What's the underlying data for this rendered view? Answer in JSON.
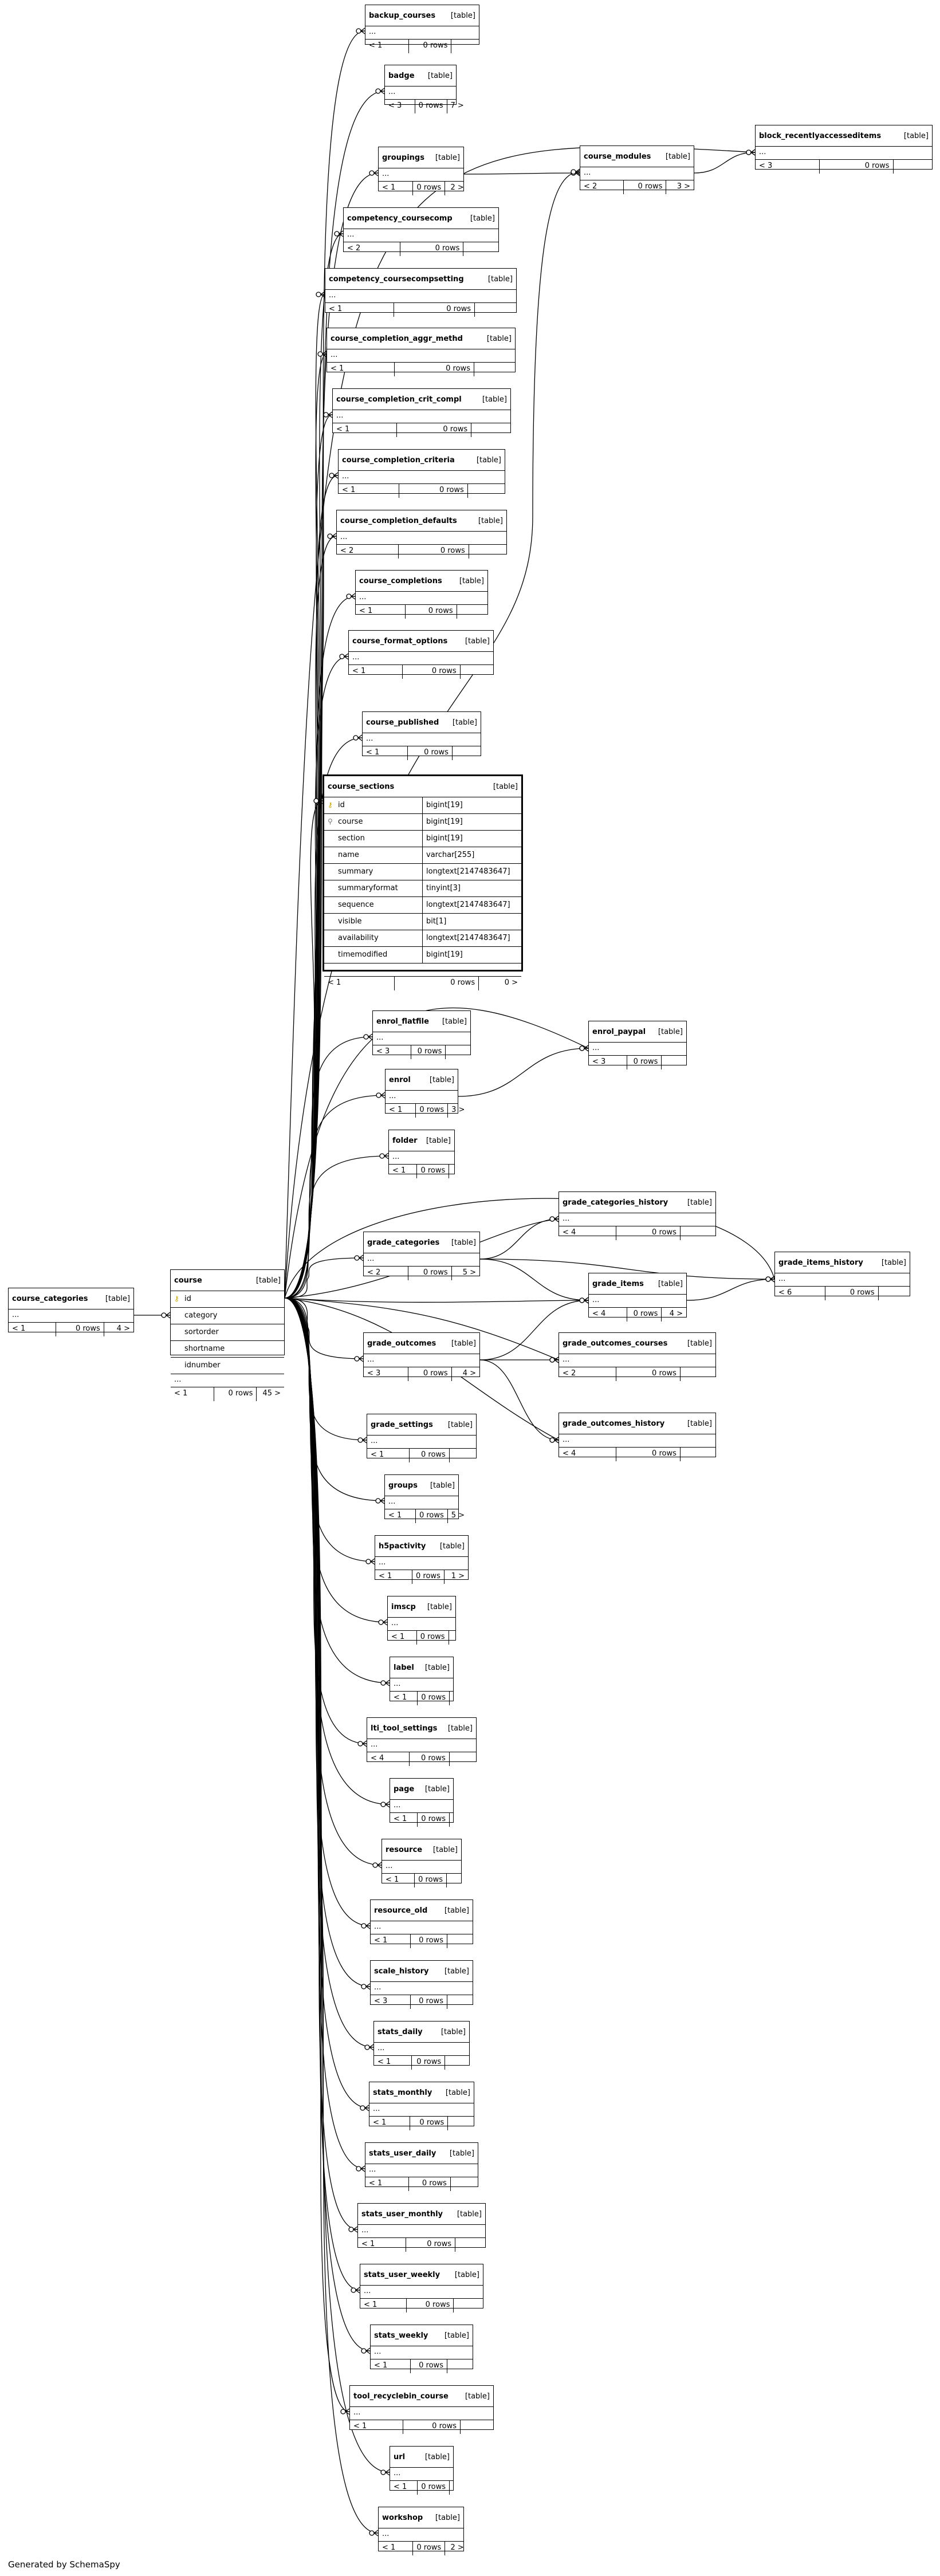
{
  "footer": "Generated by SchemaSpy",
  "tables": [
    {
      "name": "backup_courses",
      "type": "[table]",
      "left": "< 1",
      "rows": "0 rows",
      "right": ""
    },
    {
      "name": "badge",
      "type": "[table]",
      "left": "< 3",
      "rows": "0 rows",
      "right": "7 >"
    },
    {
      "name": "groupings",
      "type": "[table]",
      "left": "< 1",
      "rows": "0 rows",
      "right": "2 >"
    },
    {
      "name": "course_modules",
      "type": "[table]",
      "left": "< 2",
      "rows": "0 rows",
      "right": "3 >"
    },
    {
      "name": "block_recentlyaccesseditems",
      "type": "[table]",
      "left": "< 3",
      "rows": "0 rows",
      "right": ""
    },
    {
      "name": "competency_coursecomp",
      "type": "[table]",
      "left": "< 2",
      "rows": "0 rows",
      "right": ""
    },
    {
      "name": "competency_coursecompsetting",
      "type": "[table]",
      "left": "< 1",
      "rows": "0 rows",
      "right": ""
    },
    {
      "name": "course_completion_aggr_methd",
      "type": "[table]",
      "left": "< 1",
      "rows": "0 rows",
      "right": ""
    },
    {
      "name": "course_completion_crit_compl",
      "type": "[table]",
      "left": "< 1",
      "rows": "0 rows",
      "right": ""
    },
    {
      "name": "course_completion_criteria",
      "type": "[table]",
      "left": "< 1",
      "rows": "0 rows",
      "right": ""
    },
    {
      "name": "course_completion_defaults",
      "type": "[table]",
      "left": "< 2",
      "rows": "0 rows",
      "right": ""
    },
    {
      "name": "course_completions",
      "type": "[table]",
      "left": "< 1",
      "rows": "0 rows",
      "right": ""
    },
    {
      "name": "course_format_options",
      "type": "[table]",
      "left": "< 1",
      "rows": "0 rows",
      "right": ""
    },
    {
      "name": "course_published",
      "type": "[table]",
      "left": "< 1",
      "rows": "0 rows",
      "right": ""
    },
    {
      "name": "enrol_flatfile",
      "type": "[table]",
      "left": "< 3",
      "rows": "0 rows",
      "right": ""
    },
    {
      "name": "enrol_paypal",
      "type": "[table]",
      "left": "< 3",
      "rows": "0 rows",
      "right": ""
    },
    {
      "name": "enrol",
      "type": "[table]",
      "left": "< 1",
      "rows": "0 rows",
      "right": "3 >"
    },
    {
      "name": "folder",
      "type": "[table]",
      "left": "< 1",
      "rows": "0 rows",
      "right": ""
    },
    {
      "name": "grade_categories_history",
      "type": "[table]",
      "left": "< 4",
      "rows": "0 rows",
      "right": ""
    },
    {
      "name": "grade_categories",
      "type": "[table]",
      "left": "< 2",
      "rows": "0 rows",
      "right": "5 >"
    },
    {
      "name": "grade_items_history",
      "type": "[table]",
      "left": "< 6",
      "rows": "0 rows",
      "right": ""
    },
    {
      "name": "grade_items",
      "type": "[table]",
      "left": "< 4",
      "rows": "0 rows",
      "right": "4 >"
    },
    {
      "name": "course_categories",
      "type": "[table]",
      "left": "< 1",
      "rows": "0 rows",
      "right": "4 >"
    },
    {
      "name": "grade_outcomes",
      "type": "[table]",
      "left": "< 3",
      "rows": "0 rows",
      "right": "4 >"
    },
    {
      "name": "grade_outcomes_courses",
      "type": "[table]",
      "left": "< 2",
      "rows": "0 rows",
      "right": ""
    },
    {
      "name": "grade_outcomes_history",
      "type": "[table]",
      "left": "< 4",
      "rows": "0 rows",
      "right": ""
    },
    {
      "name": "grade_settings",
      "type": "[table]",
      "left": "< 1",
      "rows": "0 rows",
      "right": ""
    },
    {
      "name": "groups",
      "type": "[table]",
      "left": "< 1",
      "rows": "0 rows",
      "right": "5 >"
    },
    {
      "name": "h5pactivity",
      "type": "[table]",
      "left": "< 1",
      "rows": "0 rows",
      "right": "1 >"
    },
    {
      "name": "imscp",
      "type": "[table]",
      "left": "< 1",
      "rows": "0 rows",
      "right": ""
    },
    {
      "name": "label",
      "type": "[table]",
      "left": "< 1",
      "rows": "0 rows",
      "right": ""
    },
    {
      "name": "lti_tool_settings",
      "type": "[table]",
      "left": "< 4",
      "rows": "0 rows",
      "right": ""
    },
    {
      "name": "page",
      "type": "[table]",
      "left": "< 1",
      "rows": "0 rows",
      "right": ""
    },
    {
      "name": "resource",
      "type": "[table]",
      "left": "< 1",
      "rows": "0 rows",
      "right": ""
    },
    {
      "name": "resource_old",
      "type": "[table]",
      "left": "< 1",
      "rows": "0 rows",
      "right": ""
    },
    {
      "name": "scale_history",
      "type": "[table]",
      "left": "< 3",
      "rows": "0 rows",
      "right": ""
    },
    {
      "name": "stats_daily",
      "type": "[table]",
      "left": "< 1",
      "rows": "0 rows",
      "right": ""
    },
    {
      "name": "stats_monthly",
      "type": "[table]",
      "left": "< 1",
      "rows": "0 rows",
      "right": ""
    },
    {
      "name": "stats_user_daily",
      "type": "[table]",
      "left": "< 1",
      "rows": "0 rows",
      "right": ""
    },
    {
      "name": "stats_user_monthly",
      "type": "[table]",
      "left": "< 1",
      "rows": "0 rows",
      "right": ""
    },
    {
      "name": "stats_user_weekly",
      "type": "[table]",
      "left": "< 1",
      "rows": "0 rows",
      "right": ""
    },
    {
      "name": "stats_weekly",
      "type": "[table]",
      "left": "< 1",
      "rows": "0 rows",
      "right": ""
    },
    {
      "name": "tool_recyclebin_course",
      "type": "[table]",
      "left": "< 1",
      "rows": "0 rows",
      "right": ""
    },
    {
      "name": "url",
      "type": "[table]",
      "left": "< 1",
      "rows": "0 rows",
      "right": ""
    },
    {
      "name": "workshop",
      "type": "[table]",
      "left": "< 1",
      "rows": "0 rows",
      "right": "2 >"
    }
  ],
  "course_sections": {
    "name": "course_sections",
    "type": "[table]",
    "columns": [
      {
        "name": "id",
        "type": "bigint[19]",
        "key": "pk"
      },
      {
        "name": "course",
        "type": "bigint[19]",
        "key": "fk"
      },
      {
        "name": "section",
        "type": "bigint[19]",
        "key": ""
      },
      {
        "name": "name",
        "type": "varchar[255]",
        "key": ""
      },
      {
        "name": "summary",
        "type": "longtext[2147483647]",
        "key": ""
      },
      {
        "name": "summaryformat",
        "type": "tinyint[3]",
        "key": ""
      },
      {
        "name": "sequence",
        "type": "longtext[2147483647]",
        "key": ""
      },
      {
        "name": "visible",
        "type": "bit[1]",
        "key": ""
      },
      {
        "name": "availability",
        "type": "longtext[2147483647]",
        "key": ""
      },
      {
        "name": "timemodified",
        "type": "bigint[19]",
        "key": ""
      }
    ],
    "left": "< 1",
    "rows": "0 rows",
    "right": "0 >"
  },
  "course": {
    "name": "course",
    "type": "[table]",
    "columns": [
      {
        "name": "id",
        "key": "pk"
      },
      {
        "name": "category",
        "key": ""
      },
      {
        "name": "sortorder",
        "key": ""
      },
      {
        "name": "shortname",
        "key": ""
      },
      {
        "name": "idnumber",
        "key": ""
      }
    ],
    "left": "< 1",
    "rows": "0 rows",
    "right": "45 >"
  }
}
